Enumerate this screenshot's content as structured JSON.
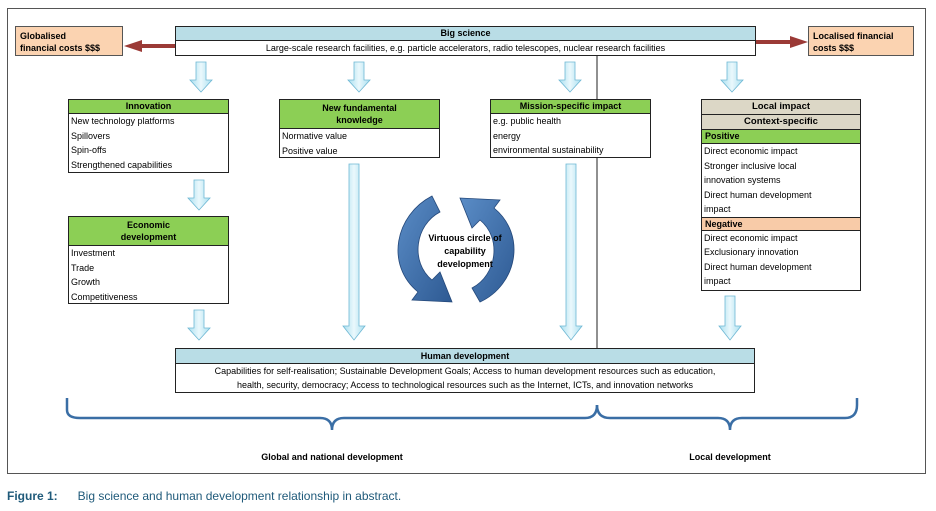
{
  "big_science": {
    "title": "Big science",
    "subtitle": "Large-scale research facilities, e.g. particle accelerators, radio telescopes, nuclear research facilities"
  },
  "global_costs": {
    "line1": "Globalised",
    "line2": "financial costs $$$"
  },
  "local_costs": {
    "line1": "Localised financial",
    "line2": "costs $$$"
  },
  "innovation": {
    "title": "Innovation",
    "items": [
      "New technology platforms",
      "Spillovers",
      "Spin-offs",
      "Strengthened capabilities"
    ]
  },
  "fundamental": {
    "title_line1": "New fundamental",
    "title_line2": "knowledge",
    "items": [
      "Normative value",
      "Positive value"
    ]
  },
  "mission": {
    "title": "Mission-specific impact",
    "items": [
      "e.g. public health",
      "energy",
      "environmental sustainability"
    ]
  },
  "local_impact": {
    "title": "Local impact",
    "context": "Context-specific",
    "positive_label": "Positive",
    "positive_items": [
      "Direct economic impact",
      "Stronger inclusive local",
      "innovation systems",
      "Direct human development",
      "impact"
    ],
    "negative_label": "Negative",
    "negative_items": [
      "Direct economic impact",
      "Exclusionary innovation",
      "Direct human development",
      "impact"
    ]
  },
  "economic": {
    "title_line1": "Economic",
    "title_line2": "development",
    "items": [
      "Investment",
      "Trade",
      "Growth",
      "Competitiveness"
    ]
  },
  "circle": {
    "line1": "Virtuous circle of",
    "line2": "capability",
    "line3": "development"
  },
  "human_dev": {
    "title": "Human development",
    "line1": "Capabilities for self-realisation; Sustainable Development Goals; Access to human development resources such as education,",
    "line2": "health, security, democracy; Access to technological resources such as the Internet, ICTs, and innovation networks"
  },
  "global_label": "Global and national development",
  "local_label": "Local development",
  "caption": {
    "label": "Figure 1:",
    "text": "Big science and human development relationship in abstract."
  },
  "colors": {
    "header_blue": "#b9dde6",
    "header_green": "#8ccf55",
    "header_tan": "#dcd7c6",
    "header_peach": "#f8cba8",
    "arrow_blue": "#cdeef7",
    "circle_blue": "#3f6fa8",
    "cost_arrow": "#9b3a36",
    "brace_blue": "#3a6ea5"
  }
}
